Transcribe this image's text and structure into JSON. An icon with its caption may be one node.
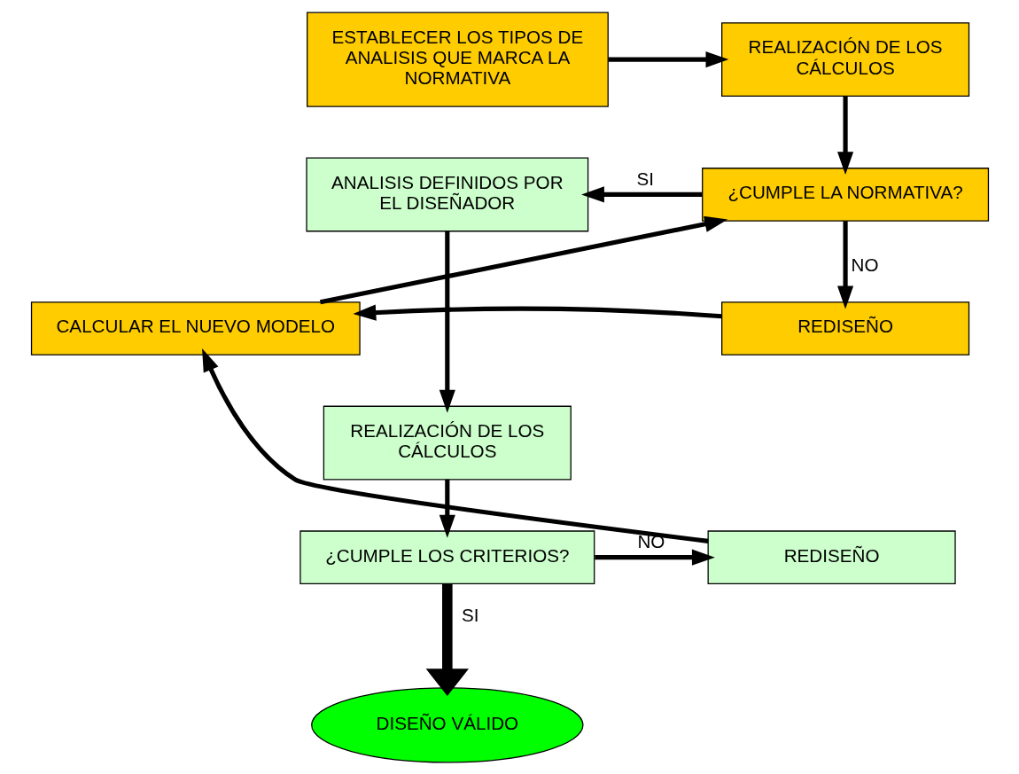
{
  "diagram": {
    "nodes": [
      {
        "text": [
          "ESTABLECER LOS TIPOS DE ANALISIS QUE MARCA LA NORMATIVA"
        ]
      },
      {
        "text": [
          "REALIZACIÓN DE LOS CÁLCULOS"
        ]
      },
      {
        "text": [
          "¿CUMPLE LA NORMATIVA?"
        ]
      },
      {
        "text": [
          "ANALISIS DEFINIDOS POR EL DISEÑADOR"
        ]
      },
      {
        "text": [
          "CALCULAR EL NUEVO MODELO"
        ]
      },
      {
        "text": [
          "REDISEÑO"
        ]
      },
      {
        "text": [
          "REALIZACIÓN DE LOS CÁLCULOS"
        ]
      },
      {
        "text": [
          "¿CUMPLE LOS CRITERIOS?"
        ]
      },
      {
        "text": [
          "REDISEÑO"
        ]
      },
      {
        "text": [
          "DISEÑO VÁLIDO"
        ]
      }
    ],
    "edges": [
      {
        "from": 0,
        "to": 1,
        "arrow": "to"
      },
      {
        "from": 1,
        "to": 2,
        "arrow": "to"
      },
      {
        "from": 2,
        "to": 3,
        "arrow": "to",
        "label": "SI"
      },
      {
        "from": 2,
        "to": 5,
        "arrow": "to",
        "label": "NO"
      },
      {
        "from": 5,
        "to": 4,
        "arrow": "to"
      },
      {
        "from": 4,
        "to": 2,
        "arrow": "to"
      },
      {
        "from": 3,
        "to": 6,
        "arrow": "to"
      },
      {
        "from": 6,
        "to": 7,
        "arrow": "to"
      },
      {
        "from": 7,
        "to": 8,
        "arrow": "to",
        "label": "NO"
      },
      {
        "from": 8,
        "to": 4,
        "arrow": "to"
      },
      {
        "from": 7,
        "to": 9,
        "arrow": "to",
        "label": "SI",
        "style": "thick"
      }
    ]
  }
}
